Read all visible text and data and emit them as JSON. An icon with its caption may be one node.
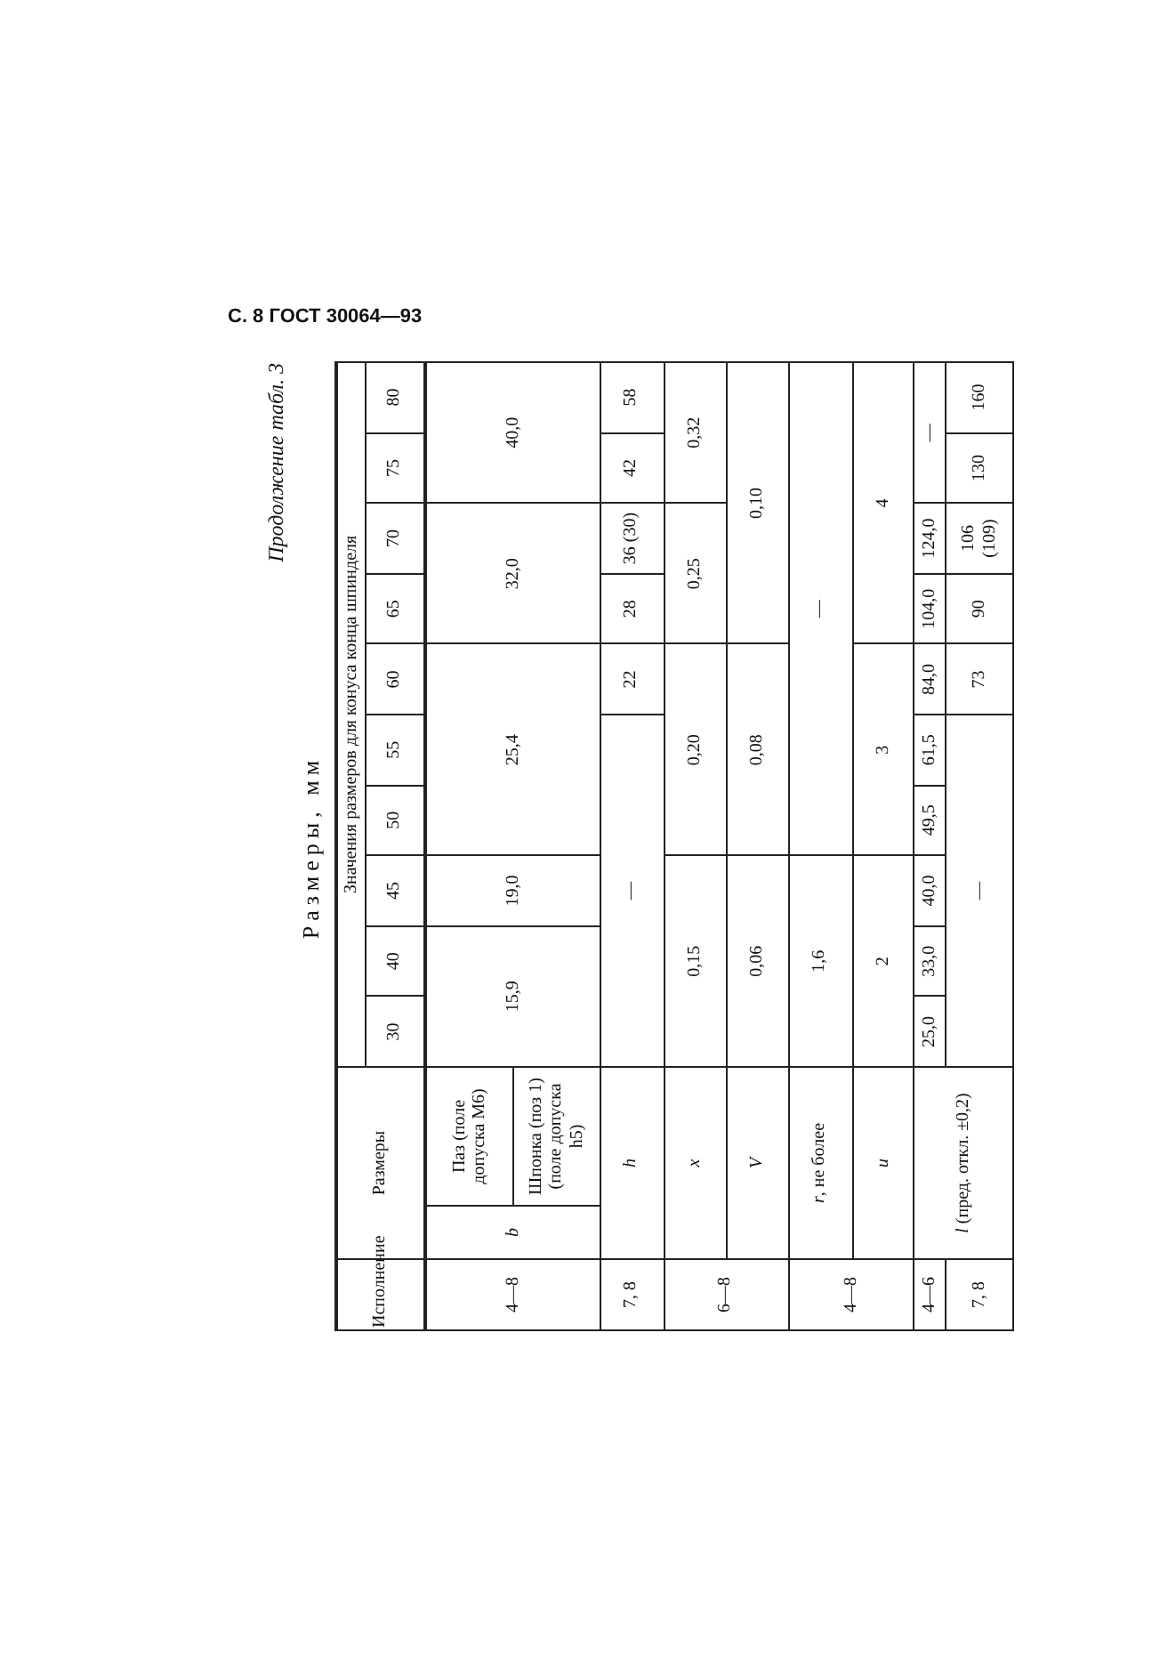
{
  "diagram": {
    "labels": [
      "С. 8 ГОСТ 30064—93",
      "Продолжение табл. 3",
      "Размеры, мм",
      "Исполнение",
      "Размеры",
      "Значения размеров для конуса конца шпинделя",
      "30",
      "40",
      "45",
      "50",
      "55",
      "60",
      "65",
      "70",
      "75",
      "80",
      "4—8",
      "b",
      "Паз (поле допуска М6)",
      "15,9",
      "19,0",
      "25,4",
      "32,0",
      "40,0",
      "Шпонка (поз 1) (поле допуска h5)",
      "7, 8",
      "h",
      "—",
      "22",
      "28",
      "36 (30)",
      "42",
      "58",
      "6—8",
      "x",
      "0,15",
      "0,20",
      "0,25",
      "0,32",
      "V",
      "0,06",
      "0,08",
      "0,10",
      "4—8",
      "*r*, не более",
      "1,6",
      "—",
      "u",
      "2",
      "3",
      "4",
      "4—6",
      "*l* (пред. откл. ±0,2)",
      "25,0",
      "33,0",
      "40,0",
      "49,5",
      "61,5",
      "84,0",
      "104,0",
      "124,0",
      "—",
      "7, 8",
      "—",
      "73",
      "90",
      "106 (109)",
      "130",
      "160"
    ]
  }
}
